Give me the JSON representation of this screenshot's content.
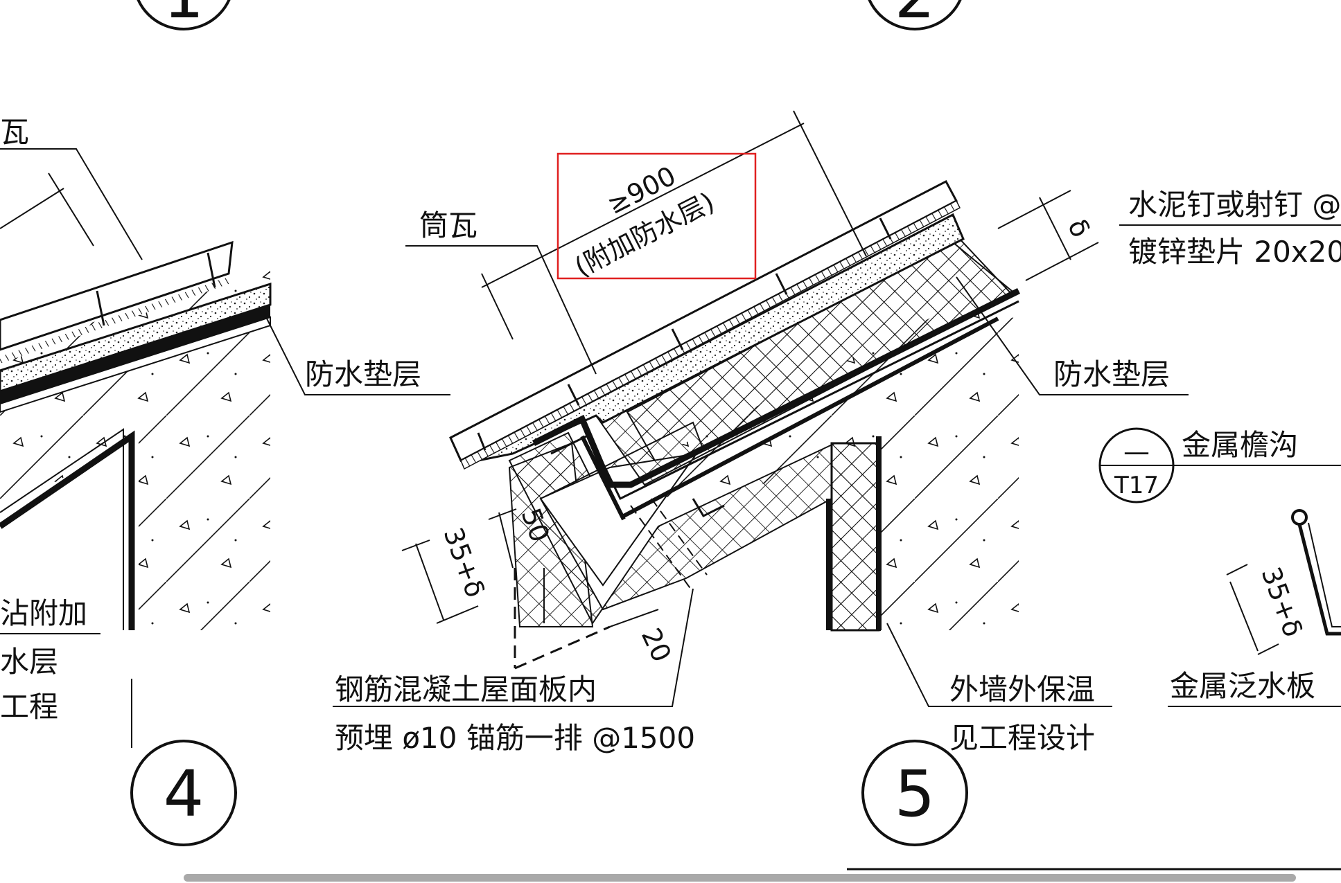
{
  "diagram": {
    "labels": {
      "tile_left_partial": "瓦",
      "tube_tile": "筒瓦",
      "waterproof_underlay_left": "防水垫层",
      "waterproof_underlay_right": "防水垫层",
      "left_partial_1": "沾附加",
      "left_partial_2": "水层",
      "left_partial_3": "工程",
      "rebar_line1": "钢筋混凝土屋面板内",
      "rebar_line2": "预埋 ø10 锚筋一排 @1500",
      "ext_wall_insul_1": "外墙外保温",
      "ext_wall_insul_2": "见工程设计",
      "cement_nail": "水泥钉或射钉 @",
      "galv_washer": "镀锌垫片 20x20",
      "metal_gutter": "金属檐沟",
      "metal_flashing": "金属泛水板"
    },
    "dimensions": {
      "overlap": "≥900",
      "overlap_note": "(附加防水层)",
      "delta": "δ",
      "d35_left": "35+δ",
      "d50": "50",
      "d20": "20",
      "d35_right": "35+δ"
    },
    "detail_ref": {
      "top": "—",
      "bottom": "T17"
    },
    "circles": {
      "c1": "1",
      "c2": "2",
      "c4": "4",
      "c5": "5"
    },
    "colors": {
      "line": "#111111",
      "highlight_box": "#e02020",
      "scrollbar": "#a9a9a9"
    }
  }
}
